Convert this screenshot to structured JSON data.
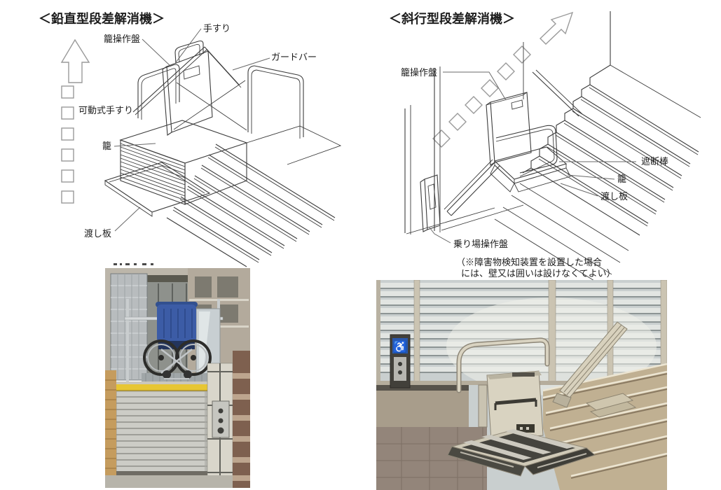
{
  "vertical_section": {
    "title": "＜鉛直型段差解消機＞",
    "labels": {
      "handrail": "手すり",
      "cage_control_panel": "籠操作盤",
      "guard_bar": "ガードバー",
      "movable_handrail": "可動式手すり",
      "cage": "籠",
      "transfer_plate": "渡し板"
    }
  },
  "inclined_section": {
    "title": "＜斜行型段差解消機＞",
    "labels": {
      "cage_control_panel": "籠操作盤",
      "barrier_bar": "遮断棒",
      "cage": "籠",
      "transfer_plate": "渡し板",
      "landing_control_panel": "乗り場操作盤"
    },
    "note": {
      "line1": "（※障害物検知装置を設置した場合",
      "line2": "には、壁又は囲いは設けなくてよい）"
    }
  },
  "photo_right": {
    "wheelchair_symbol": "♿"
  },
  "colors": {
    "drawing_line": "#3c3c3c",
    "accent_yellow": "#e7c633",
    "wheelchair_blue": "#3c5ca6",
    "sign_blue": "#2a58ac"
  }
}
